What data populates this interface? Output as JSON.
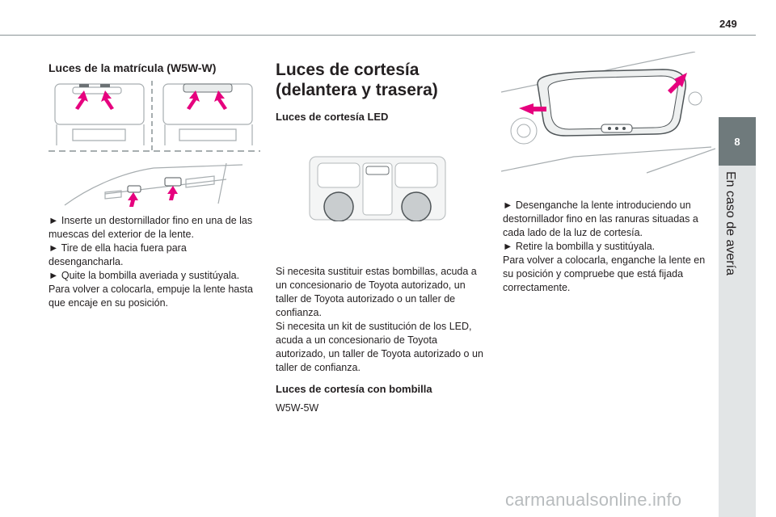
{
  "page_number": "249",
  "side_tab": {
    "number": "8",
    "label": "En caso de avería"
  },
  "col1": {
    "heading": "Luces de la matrícula (W5W-W)",
    "body": "► Inserte un destornillador fino en una de las muescas del exterior de la lente.\n► Tire de ella hacia fuera para desengancharla.\n► Quite la bombilla averiada y sustitúyala.\nPara volver a colocarla, empuje la lente hasta que encaje en su posición."
  },
  "col2": {
    "title": "Luces de cortesía (delantera y trasera)",
    "subheading_led": "Luces de cortesía LED",
    "body_led": "Si necesita sustituir estas bombillas, acuda a un concesionario de Toyota autorizado, un taller de Toyota autorizado o un taller de confianza.\nSi necesita un kit de sustitución de los LED, acuda a un concesionario de Toyota autorizado, un taller de Toyota autorizado o un taller de confianza.",
    "subheading_bulb": "Luces de cortesía con bombilla",
    "bulb_type": "W5W-5W"
  },
  "col3": {
    "body": "► Desenganche la lente introduciendo un destornillador fino en las ranuras situadas a cada lado de la luz de cortesía.\n► Retire la bombilla y sustitúyala.\nPara volver a colocarla, enganche la lente en su posición y compruebe que está fijada correctamente."
  },
  "watermark": "carmanualsonline.info",
  "colors": {
    "arrow": "#e6007e",
    "tab": "#6f7a7c",
    "rule": "#8a9496"
  }
}
